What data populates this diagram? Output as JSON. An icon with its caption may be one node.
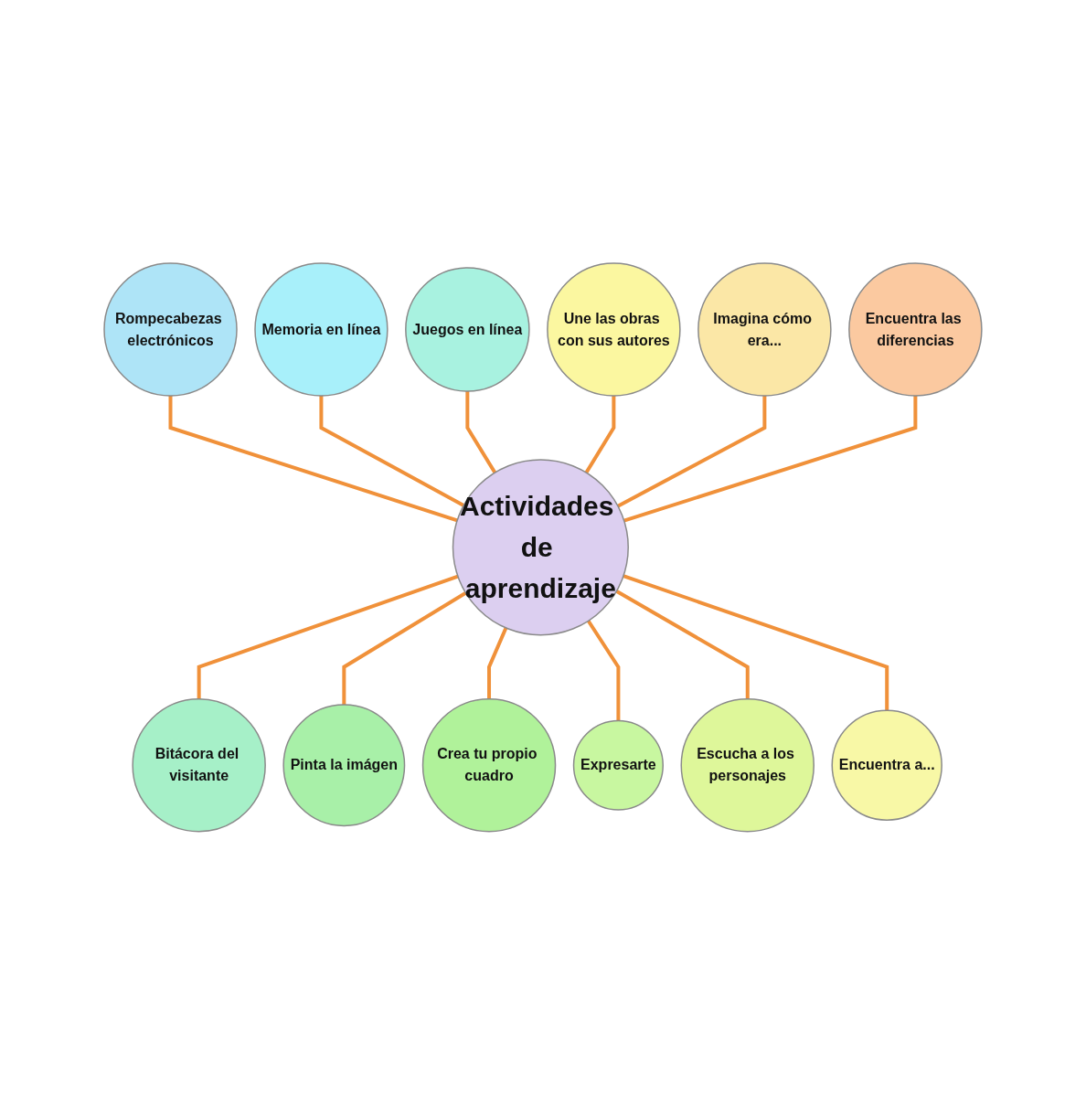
{
  "diagram": {
    "nodes": [
      {
        "text": [
          "Actividades de aprendizaje"
        ]
      },
      {
        "text": [
          "Rompecabezas electrónicos"
        ]
      },
      {
        "text": [
          "Memoria en línea"
        ]
      },
      {
        "text": [
          "Juegos en línea"
        ]
      },
      {
        "text": [
          "Bitácora del visitante"
        ]
      },
      {
        "text": [
          "Pinta la imágen"
        ]
      },
      {
        "text": [
          "Crea tu propio cuadro"
        ]
      },
      {
        "text": [
          "Expresarte"
        ]
      },
      {
        "text": [
          "Escucha a los personajes"
        ]
      },
      {
        "text": [
          "Encuentra a..."
        ]
      },
      {
        "text": [
          "Une las obras con sus autores"
        ]
      },
      {
        "text": [
          "Imagina cómo era..."
        ]
      },
      {
        "text": [
          "Encuentra las diferencias"
        ]
      }
    ],
    "edges": [
      {
        "from": 0,
        "to": 1,
        "arrow": "none"
      },
      {
        "from": 0,
        "to": 2,
        "arrow": "none"
      },
      {
        "from": 0,
        "to": 3,
        "arrow": "none"
      },
      {
        "from": 0,
        "to": 4,
        "arrow": "none"
      },
      {
        "from": 0,
        "to": 5,
        "arrow": "none"
      },
      {
        "from": 0,
        "to": 6,
        "arrow": "none"
      },
      {
        "from": 0,
        "to": 7,
        "arrow": "none"
      },
      {
        "from": 0,
        "to": 8,
        "arrow": "none"
      },
      {
        "from": 0,
        "to": 9,
        "arrow": "none"
      },
      {
        "from": 0,
        "to": 10,
        "arrow": "none"
      },
      {
        "from": 0,
        "to": 11,
        "arrow": "none"
      },
      {
        "from": 0,
        "to": 12,
        "arrow": "none"
      }
    ]
  }
}
